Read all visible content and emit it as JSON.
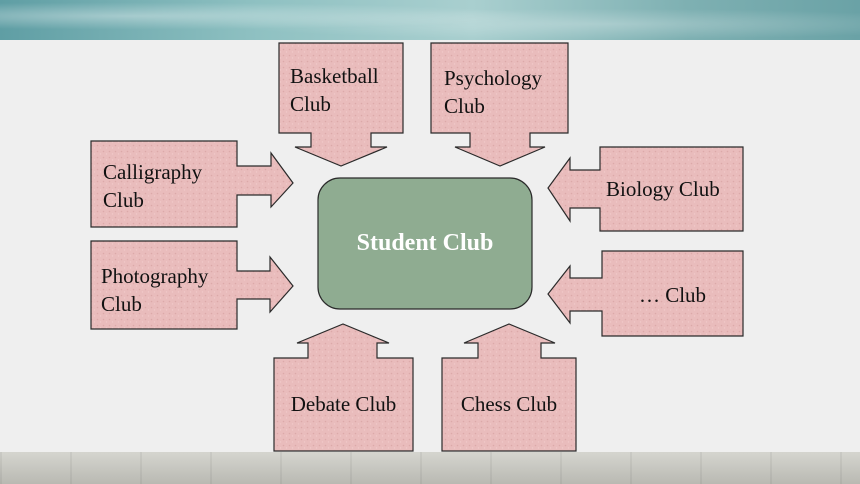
{
  "colors": {
    "callout_fill": "#e7b9b9",
    "callout_stroke": "#2a2a2a",
    "center_fill": "#8fac91",
    "center_text": "#ffffff"
  },
  "center": {
    "label": "Student Club"
  },
  "clubs": {
    "basketball": "Basketball Club",
    "psychology": "Psychology Club",
    "calligraphy": "Calligraphy Club",
    "biology": "Biology Club",
    "photography": "Photography Club",
    "more": "… Club",
    "debate": "Debate Club",
    "chess": "Chess Club"
  }
}
